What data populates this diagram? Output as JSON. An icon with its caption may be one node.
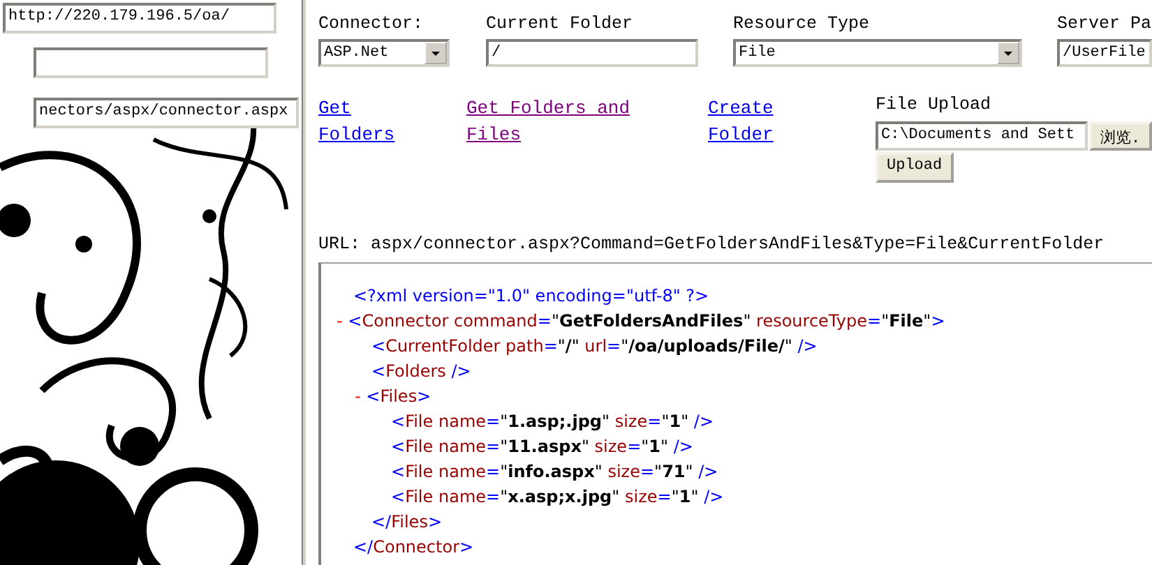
{
  "diagram": {
    "labels": [
      "http://220.179.196.5/oa/",
      "nectors/aspx/connector.aspx",
      "Connector:",
      "ASP.Net",
      "Current Folder",
      "/",
      "Resource Type",
      "File",
      "Server Pa",
      "/UserFile",
      "Get Folders",
      "Get Folders and Files",
      "Create Folder",
      "File Upload",
      "C:\\Documents and Sett",
      "浏览.",
      "Upload",
      "URL: aspx/connector.aspx?Command=GetFoldersAndFiles&Type=File&CurrentFolder",
      "<?xml version=\"1.0\" encoding=\"utf-8\" ?>",
      "- <Connector command=\"GetFoldersAndFiles\" resourceType=\"File\">",
      "<CurrentFolder path=\"/\" url=\"/oa/uploads/File/\" />",
      "<Folders />",
      "- <Files>",
      "<File name=\"1.asp;.jpg\" size=\"1\" />",
      "<File name=\"11.aspx\" size=\"1\" />",
      "<File name=\"info.aspx\" size=\"71\" />",
      "<File name=\"x.asp;x.jpg\" size=\"1\" />",
      "</Files>",
      "</Connector>"
    ]
  }
}
